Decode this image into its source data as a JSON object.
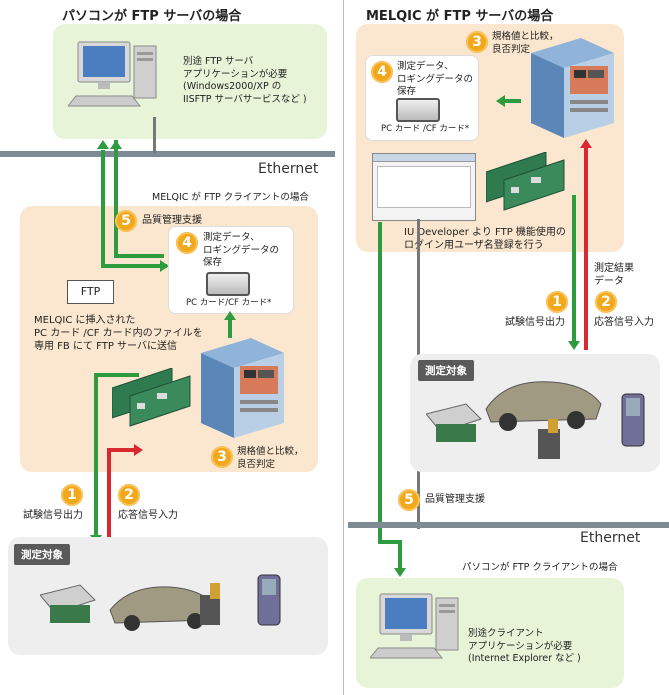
{
  "left": {
    "title": "パソコンが FTP サーバの場合",
    "pc_note": [
      "別途 FTP サーバ",
      "アプリケーションが必要",
      "(Windows2000/XP の",
      "IISFTP サーバサービスなど )"
    ],
    "ethernet": "Ethernet",
    "client_title": "MELQIC が FTP クライアントの場合",
    "step5": {
      "num": "5",
      "label": "品質管理支援"
    },
    "step4": {
      "num": "4",
      "label": [
        "測定データ、",
        "ロギングデータの",
        "保存"
      ],
      "card": "PC カード/CF カード*"
    },
    "ftp_label": "FTP",
    "send_note": [
      "MELQIC に挿入された",
      "PC カード /CF カード内のファイルを",
      "専用 FB にて FTP サーバに送信"
    ],
    "step3": {
      "num": "3",
      "label": [
        "規格値と比較，",
        "良否判定"
      ]
    },
    "step1": {
      "num": "1",
      "label": "試験信号出力"
    },
    "step2": {
      "num": "2",
      "label": "応答信号入力"
    },
    "target": "測定対象"
  },
  "right": {
    "title": "MELQIC が FTP サーバの場合",
    "step3": {
      "num": "3",
      "label": [
        "規格値と比較，",
        "良否判定"
      ]
    },
    "step4": {
      "num": "4",
      "label": [
        "測定データ、",
        "ロギングデータの",
        "保存"
      ],
      "card": "PC カード /CF カード*"
    },
    "iu_note": [
      "IU Developer より FTP 機能使用の",
      "ログイン用ユーザ名登録を行う"
    ],
    "result_label": [
      "測定結果",
      "データ"
    ],
    "step1": {
      "num": "1",
      "label": "試験信号出力"
    },
    "step2": {
      "num": "2",
      "label": "応答信号入力"
    },
    "target": "測定対象",
    "step5": {
      "num": "5",
      "label": "品質管理支援"
    },
    "ethernet": "Ethernet",
    "client_title": "パソコンが FTP クライアントの場合",
    "pc_note": [
      "別途クライアント",
      "アプリケーションが必要",
      "(Internet Explorer など )"
    ]
  },
  "colors": {
    "green_arrow": "#2e9b3e",
    "red_arrow": "#d9282f",
    "step_badge": "#f3a81b",
    "ethernet_bar": "#7e8a94"
  }
}
